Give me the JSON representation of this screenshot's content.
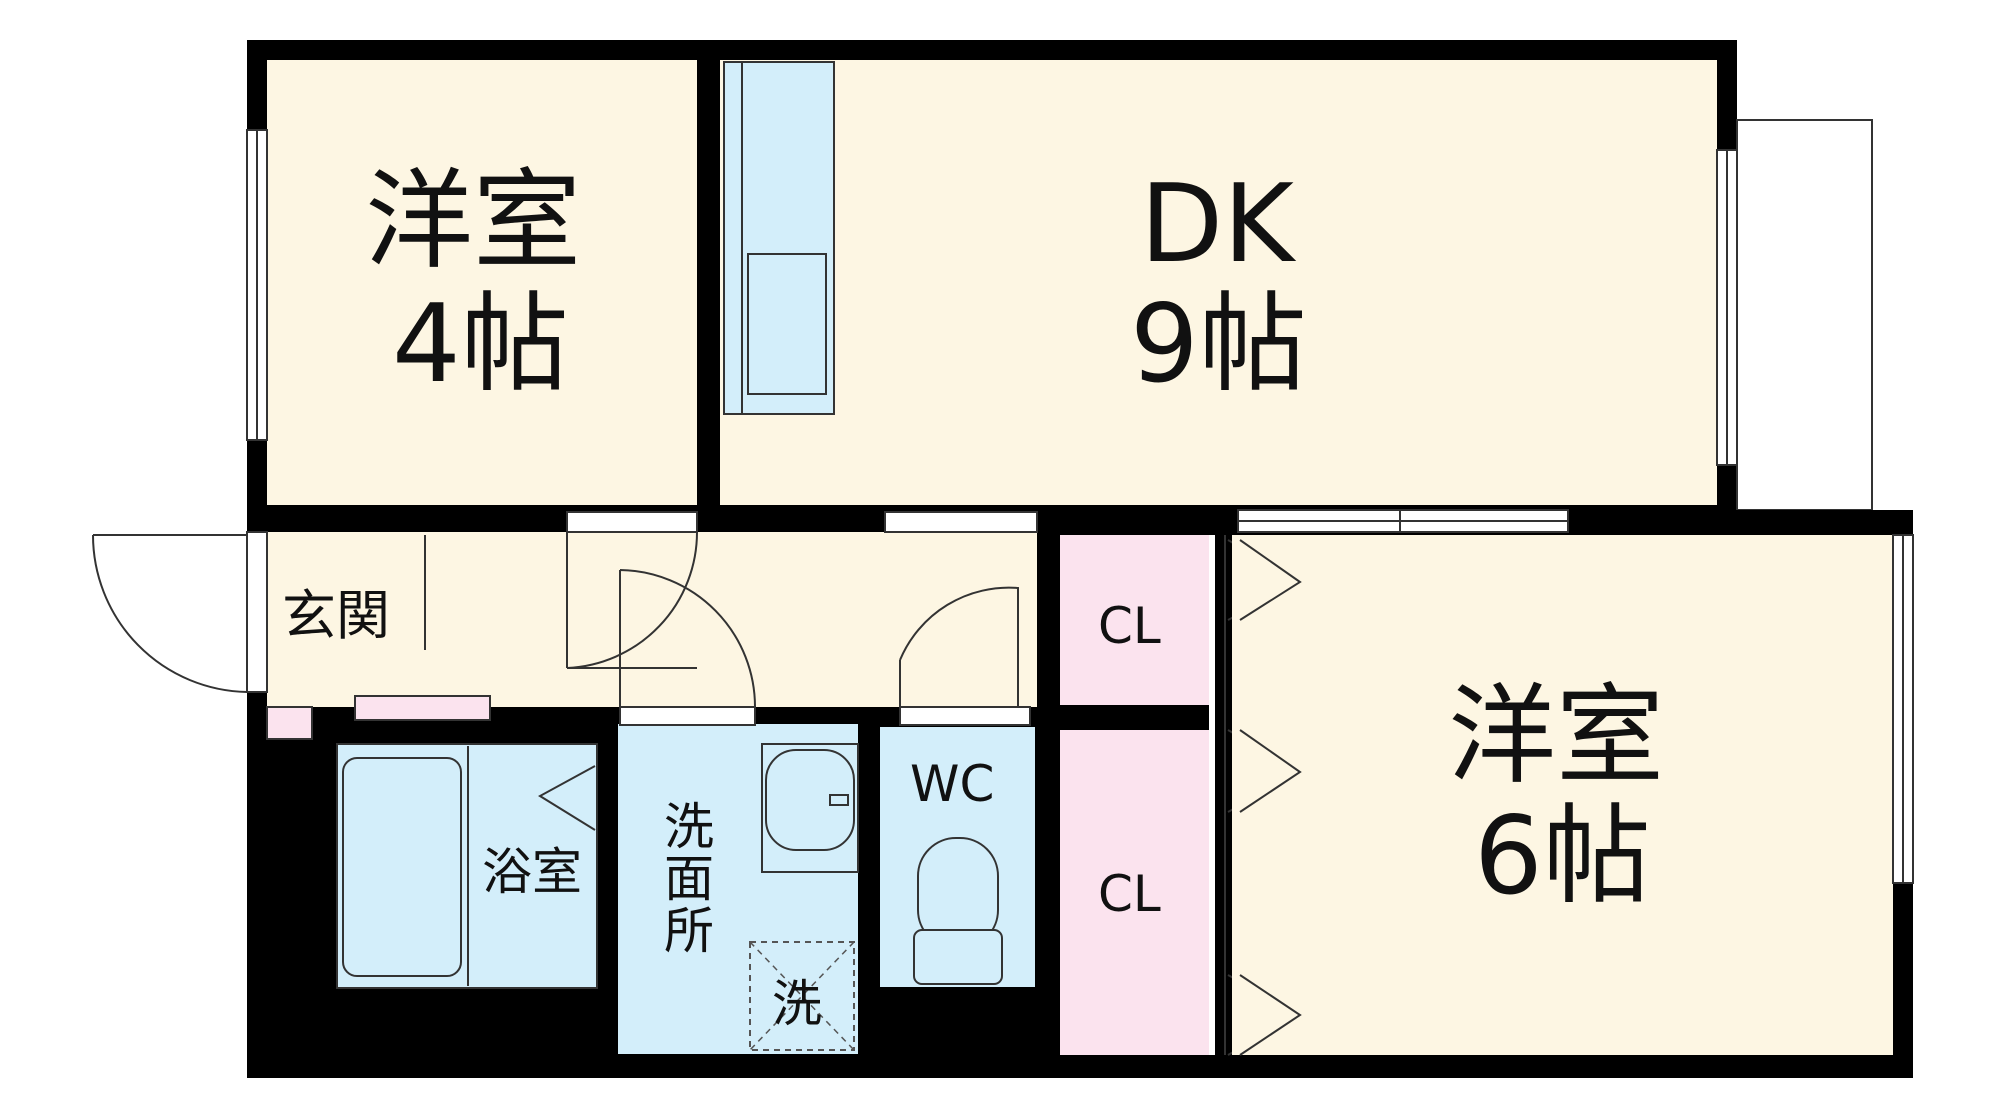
{
  "rooms": {
    "western_4": {
      "name": "洋室",
      "size": "4帖"
    },
    "dk": {
      "name": "DK",
      "size": "9帖"
    },
    "western_6": {
      "name": "洋室",
      "size": "6帖"
    },
    "entrance": {
      "name": "玄関"
    },
    "bath": {
      "name": "浴室"
    },
    "washroom": {
      "name": "洗面所"
    },
    "washer": {
      "name": "洗"
    },
    "wc": {
      "name": "WC"
    },
    "closet_top": {
      "name": "CL"
    },
    "closet_bottom": {
      "name": "CL"
    }
  },
  "colors": {
    "wall": "#000000",
    "living_floor": "#fdf6e3",
    "wet_area": "#d3eefa",
    "closet": "#fbe3ee",
    "outline": "#333333"
  }
}
